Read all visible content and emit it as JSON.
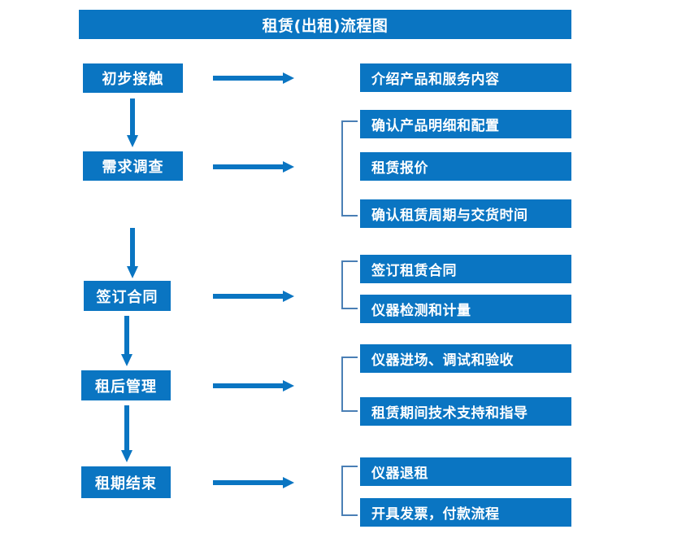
{
  "title": "租赁(出租)流程图",
  "theme": {
    "box_blue": "#0a75c2",
    "arrow_blue": "#0a75c2",
    "brace_blue": "#4a7fb5",
    "text_white": "#ffffff",
    "background": "#ffffff"
  },
  "stages": [
    {
      "id": "stage-1",
      "label": "初步接触"
    },
    {
      "id": "stage-2",
      "label": "需求调查"
    },
    {
      "id": "stage-3",
      "label": "签订合同"
    },
    {
      "id": "stage-4",
      "label": "租后管理"
    },
    {
      "id": "stage-5",
      "label": "租期结束"
    }
  ],
  "groups": [
    {
      "stage": "初步接触",
      "has_brace": false,
      "details": [
        {
          "label": "介绍产品和服务内容"
        }
      ]
    },
    {
      "stage": "需求调查",
      "has_brace": true,
      "details": [
        {
          "label": "确认产品明细和配置"
        },
        {
          "label": "租赁报价"
        },
        {
          "label": "确认租赁周期与交货时间"
        }
      ]
    },
    {
      "stage": "签订合同",
      "has_brace": true,
      "details": [
        {
          "label": "签订租赁合同"
        },
        {
          "label": "仪器检测和计量"
        }
      ]
    },
    {
      "stage": "租后管理",
      "has_brace": true,
      "details": [
        {
          "label": "仪器进场、调试和验收"
        },
        {
          "label": "租赁期间技术支持和指导"
        }
      ]
    },
    {
      "stage": "租期结束",
      "has_brace": true,
      "details": [
        {
          "label": "仪器退租"
        },
        {
          "label": "开具发票，付款流程"
        }
      ]
    }
  ],
  "connectors": {
    "horizontal_arrow_icon": "arrow-right-icon",
    "vertical_arrow_icon": "arrow-down-icon",
    "brace_icon": "bracket-left-icon",
    "horizontal_arrow_count": 5,
    "vertical_arrow_count": 4
  }
}
